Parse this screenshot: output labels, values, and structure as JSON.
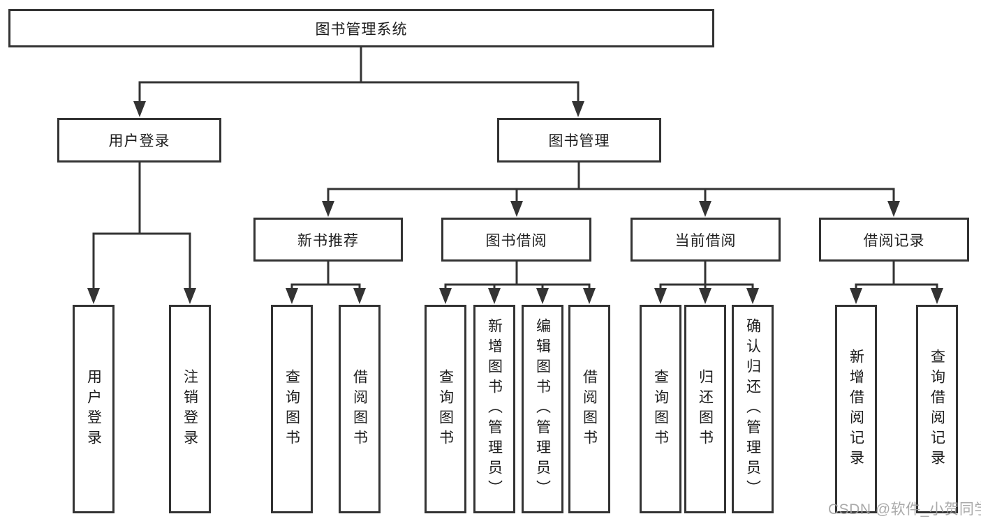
{
  "diagram": {
    "type": "hierarchy-tree",
    "watermark": "CSDN @软件_小贺同学",
    "colors": {
      "line": "#333333",
      "box_border": "#333333",
      "box_background": "#ffffff",
      "text": "#1d1d1d",
      "watermark": "#9e9e9e"
    },
    "tree": {
      "label": "图书管理系统",
      "children": [
        {
          "label": "用户登录",
          "children": [
            {
              "label": "用户登录"
            },
            {
              "label": "注销登录"
            }
          ]
        },
        {
          "label": "图书管理",
          "children": [
            {
              "label": "新书推荐",
              "children": [
                {
                  "label": "查询图书"
                },
                {
                  "label": "借阅图书"
                }
              ]
            },
            {
              "label": "图书借阅",
              "children": [
                {
                  "label": "查询图书"
                },
                {
                  "label": "新增图书（管理员）"
                },
                {
                  "label": "编辑图书（管理员）"
                },
                {
                  "label": "借阅图书"
                }
              ]
            },
            {
              "label": "当前借阅",
              "children": [
                {
                  "label": "查询图书"
                },
                {
                  "label": "归还图书"
                },
                {
                  "label": "确认归还（管理员）"
                }
              ]
            },
            {
              "label": "借阅记录",
              "children": [
                {
                  "label": "新增借阅记录"
                },
                {
                  "label": "查询借阅记录"
                }
              ]
            }
          ]
        }
      ]
    }
  }
}
